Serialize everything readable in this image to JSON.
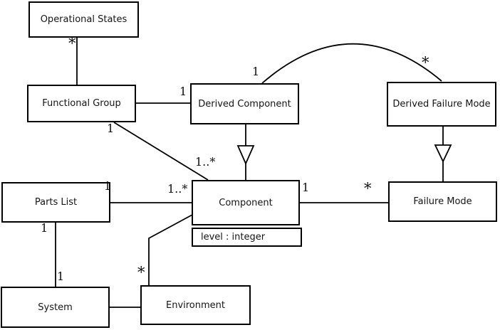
{
  "diagram": {
    "type": "uml-class-diagram",
    "background_color": "#ffffff",
    "line_color": "#000000",
    "box_fill_color": "#ffffff",
    "classes": {
      "operational_states": {
        "name": "Operational States"
      },
      "functional_group": {
        "name": "Functional Group"
      },
      "derived_component": {
        "name": "Derived Component"
      },
      "derived_failure_mode": {
        "name": "Derived Failure Mode"
      },
      "parts_list": {
        "name": "Parts List"
      },
      "component": {
        "name": "Component",
        "attributes": [
          "level : integer"
        ]
      },
      "failure_mode": {
        "name": "Failure Mode"
      },
      "system": {
        "name": "System"
      },
      "environment": {
        "name": "Environment"
      }
    },
    "multiplicities": {
      "op_states_fg_at_op_states": "*",
      "fg_dc_at_derived_component": "1",
      "fg_component_at_fg": "1",
      "fg_component_at_component": "1..*",
      "dc_dfm_at_derived_component": "1",
      "dc_dfm_at_derived_failure_mode": "*",
      "component_fm_at_component": "1",
      "component_fm_at_failure_mode": "*",
      "pl_component_at_parts_list": "1",
      "pl_component_at_component": "1..*",
      "pl_system_at_parts_list": "1",
      "pl_system_at_system": "1",
      "env_component_at_environment": "*"
    },
    "relationships": [
      {
        "from": "Operational States",
        "to": "Functional Group",
        "type": "association",
        "from_multiplicity": "*"
      },
      {
        "from": "Functional Group",
        "to": "Derived Component",
        "type": "association",
        "to_multiplicity": "1"
      },
      {
        "from": "Functional Group",
        "to": "Component",
        "type": "association",
        "from_multiplicity": "1",
        "to_multiplicity": "1..*"
      },
      {
        "from": "Derived Component",
        "to": "Component",
        "type": "generalization"
      },
      {
        "from": "Derived Component",
        "to": "Derived Failure Mode",
        "type": "association",
        "from_multiplicity": "1",
        "to_multiplicity": "*"
      },
      {
        "from": "Derived Failure Mode",
        "to": "Failure Mode",
        "type": "generalization"
      },
      {
        "from": "Component",
        "to": "Failure Mode",
        "type": "association",
        "from_multiplicity": "1",
        "to_multiplicity": "*"
      },
      {
        "from": "Parts List",
        "to": "Component",
        "type": "association",
        "from_multiplicity": "1",
        "to_multiplicity": "1..*"
      },
      {
        "from": "Parts List",
        "to": "System",
        "type": "association",
        "from_multiplicity": "1",
        "to_multiplicity": "1"
      },
      {
        "from": "System",
        "to": "Environment",
        "type": "association"
      },
      {
        "from": "Environment",
        "to": "Component",
        "type": "association",
        "from_multiplicity": "*"
      }
    ]
  }
}
